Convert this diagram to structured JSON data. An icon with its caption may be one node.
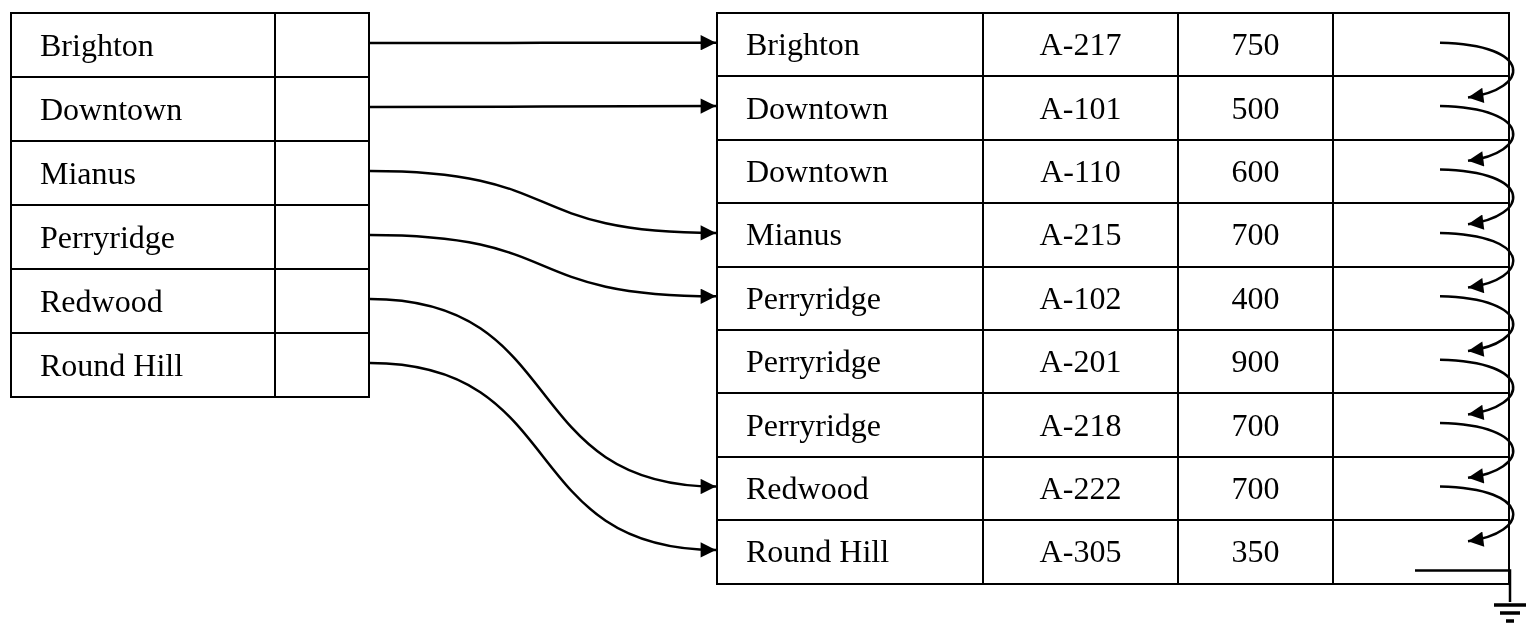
{
  "diagram": {
    "nodes": [
      {
        "text": [
          "Brighton"
        ]
      },
      {
        "text": [
          "Downtown"
        ]
      },
      {
        "text": [
          "Mianus"
        ]
      },
      {
        "text": [
          "Perryridge"
        ]
      },
      {
        "text": [
          "Redwood"
        ]
      },
      {
        "text": [
          "Round Hill"
        ]
      },
      {
        "text": [
          "Brighton",
          "A-217",
          "750"
        ]
      },
      {
        "text": [
          "Downtown",
          "A-101",
          "500"
        ]
      },
      {
        "text": [
          "Downtown",
          "A-110",
          "600"
        ]
      },
      {
        "text": [
          "Mianus",
          "A-215",
          "700"
        ]
      },
      {
        "text": [
          "Perryridge",
          "A-102",
          "400"
        ]
      },
      {
        "text": [
          "Perryridge",
          "A-201",
          "900"
        ]
      },
      {
        "text": [
          "Perryridge",
          "A-218",
          "700"
        ]
      },
      {
        "text": [
          "Redwood",
          "A-222",
          "700"
        ]
      },
      {
        "text": [
          "Round Hill",
          "A-305",
          "350"
        ]
      },
      {
        "text": [],
        "shape": "ground"
      }
    ],
    "edges": [
      {
        "from": 0,
        "to": 6,
        "arrow": "to"
      },
      {
        "from": 1,
        "to": 7,
        "arrow": "to"
      },
      {
        "from": 2,
        "to": 9,
        "arrow": "to"
      },
      {
        "from": 3,
        "to": 10,
        "arrow": "to"
      },
      {
        "from": 4,
        "to": 13,
        "arrow": "to"
      },
      {
        "from": 5,
        "to": 14,
        "arrow": "to"
      },
      {
        "from": 6,
        "to": 7,
        "arrow": "to"
      },
      {
        "from": 7,
        "to": 8,
        "arrow": "to"
      },
      {
        "from": 8,
        "to": 9,
        "arrow": "to"
      },
      {
        "from": 9,
        "to": 10,
        "arrow": "to"
      },
      {
        "from": 10,
        "to": 11,
        "arrow": "to"
      },
      {
        "from": 11,
        "to": 12,
        "arrow": "to"
      },
      {
        "from": 12,
        "to": 13,
        "arrow": "to"
      },
      {
        "from": 13,
        "to": 14,
        "arrow": "to"
      },
      {
        "from": 14,
        "to": 15,
        "arrow": "none"
      }
    ]
  }
}
